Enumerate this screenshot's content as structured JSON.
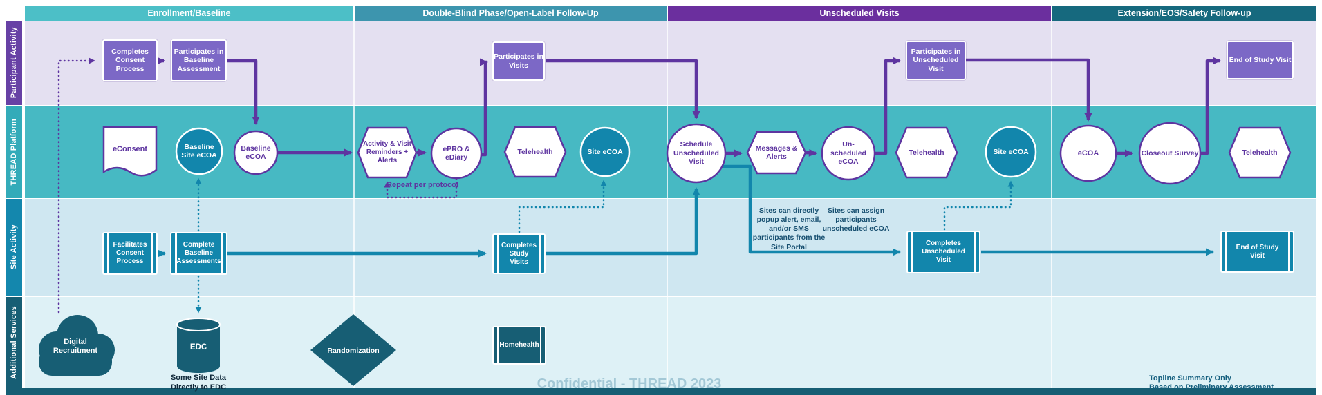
{
  "phases": [
    {
      "label": "Enrollment/Baseline"
    },
    {
      "label": "Double-Blind Phase/Open-Label Follow-Up"
    },
    {
      "label": "Unscheduled Visits"
    },
    {
      "label": "Extension/EOS/Safety Follow-up"
    }
  ],
  "lanes": [
    {
      "label": "Participant Activity"
    },
    {
      "label": "THREAD Platform"
    },
    {
      "label": "Site Activity"
    },
    {
      "label": "Additional Services"
    }
  ],
  "nodes": {
    "completes_consent": {
      "label": "Completes Consent Process"
    },
    "participates_baseline": {
      "label": "Participates in Baseline Assessment"
    },
    "participates_visits": {
      "label": "Participates in Visits"
    },
    "participates_unscheduled": {
      "label": "Participates in Unscheduled Visit"
    },
    "end_of_study_participant": {
      "label": "End of Study Visit"
    },
    "econsent": {
      "label": "eConsent"
    },
    "baseline_site_ecoa": {
      "label": "Baseline Site eCOA"
    },
    "baseline_ecoa": {
      "label": "Baseline eCOA"
    },
    "activity_reminders": {
      "label": "Activity & Visit Reminders + Alerts"
    },
    "epro_ediary": {
      "label": "ePRO & eDiary"
    },
    "telehealth_1": {
      "label": "Telehealth"
    },
    "site_ecoa_1": {
      "label": "Site eCOA"
    },
    "schedule_unscheduled": {
      "label": "Schedule Unscheduled Visit"
    },
    "messages_alerts": {
      "label": "Messages & Alerts"
    },
    "unscheduled_ecoa": {
      "label": "Un-scheduled eCOA"
    },
    "telehealth_2": {
      "label": "Telehealth"
    },
    "site_ecoa_2": {
      "label": "Site eCOA"
    },
    "ecoa": {
      "label": "eCOA"
    },
    "closeout_survey": {
      "label": "Closeout Survey"
    },
    "telehealth_3": {
      "label": "Telehealth"
    },
    "facilitates_consent": {
      "label": "Facilitates Consent Process"
    },
    "complete_baseline_assessments": {
      "label": "Complete Baseline Assessments"
    },
    "completes_study_visits": {
      "label": "Completes Study Visits"
    },
    "completes_unscheduled_visit": {
      "label": "Completes Unscheduled Visit"
    },
    "end_of_study_site": {
      "label": "End of Study Visit"
    },
    "digital_recruitment": {
      "label": "Digital Recruitment"
    },
    "edc": {
      "label": "EDC"
    },
    "randomization": {
      "label": "Randomization"
    },
    "homehealth": {
      "label": "Homehealth"
    }
  },
  "annotations": {
    "repeat_protocol": "Repeat per protocol",
    "sites_popup": "Sites can directly popup alert, email, and/or SMS participants from the Site Portal",
    "sites_assign": "Sites can assign participants unscheduled eCOA",
    "edc_note": "Some Site Data Directly to EDC",
    "confidential": "Confidential - THREAD 2023",
    "topline_line1": "Topline Summary Only",
    "topline_line2": "Based on Preliminary Assessment"
  },
  "colors": {
    "phase_enrollment": "#4CBFC7",
    "phase_double_blind": "#3D95AE",
    "phase_unscheduled": "#6B2F9E",
    "phase_extension": "#16697E",
    "lane_participant_bg": "#E4E0F1",
    "lane_thread_bg": "#47B9C3",
    "lane_site_bg": "#CFE7F1",
    "lane_additional_bg": "#DEF1F6",
    "purple_flow": "#5E35A0",
    "purple_box": "#7C68C6",
    "teal_flow": "#1286AC",
    "dark_teal_shape": "#175E74",
    "confidential_text": "#A3C8D6"
  }
}
